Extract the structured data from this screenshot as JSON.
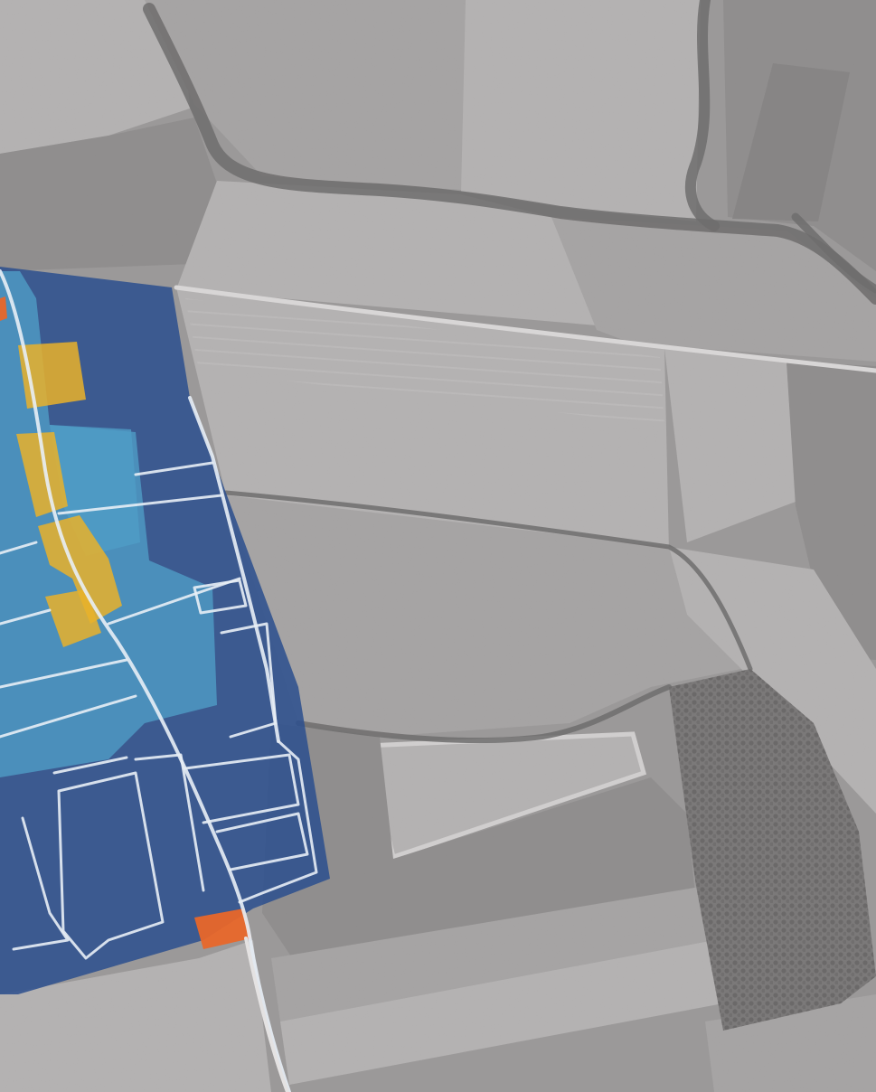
{
  "map": {
    "base_colors": {
      "background": "#9c9a9a",
      "field_light": "#b8b6b6",
      "field_mid": "#a8a6a6",
      "field_dark": "#8f8d8d",
      "field_darker": "#858383",
      "tree_line": "#6f6d6d",
      "forest": "#777575",
      "road": "#d8d6d6",
      "paved_road": "#e4e2e2"
    },
    "overlay_zones": [
      {
        "category": "dark-blue",
        "color": "#2c4f8e",
        "opacity": 0.86
      },
      {
        "category": "light-blue",
        "color": "#4f9ec6",
        "opacity": 0.78
      },
      {
        "category": "yellow",
        "color": "#e9b12a",
        "opacity": 0.85
      },
      {
        "category": "orange",
        "color": "#e8672a",
        "opacity": 0.95
      }
    ],
    "plot_line_color": "#e8eef6"
  }
}
